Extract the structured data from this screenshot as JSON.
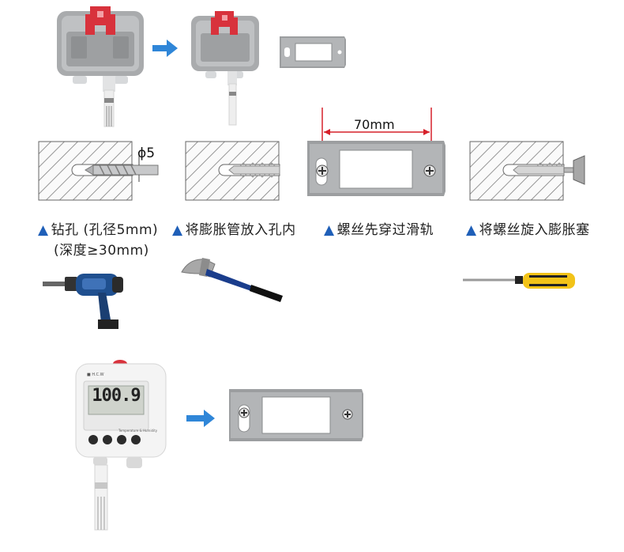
{
  "steps": [
    {
      "caption": "钻孔 (孔径5mm)",
      "caption2": "(深度≥30mm)"
    },
    {
      "caption": "将膨胀管放入孔内"
    },
    {
      "caption": "螺丝先穿过滑轨"
    },
    {
      "caption": "将螺丝旋入膨胀塞"
    }
  ],
  "annotations": {
    "hole_symbol": "ϕ5",
    "rail_dimension": "70mm"
  },
  "device": {
    "display_value": "100.9",
    "brand_text": "■ H.C.W",
    "panel_text": "Temperature & Humidity"
  },
  "colors": {
    "arrow_blue": "#2f86d8",
    "triangle_blue": "#1f5fb8",
    "dimension_red": "#d6202a",
    "clip_red": "#d8323c"
  }
}
